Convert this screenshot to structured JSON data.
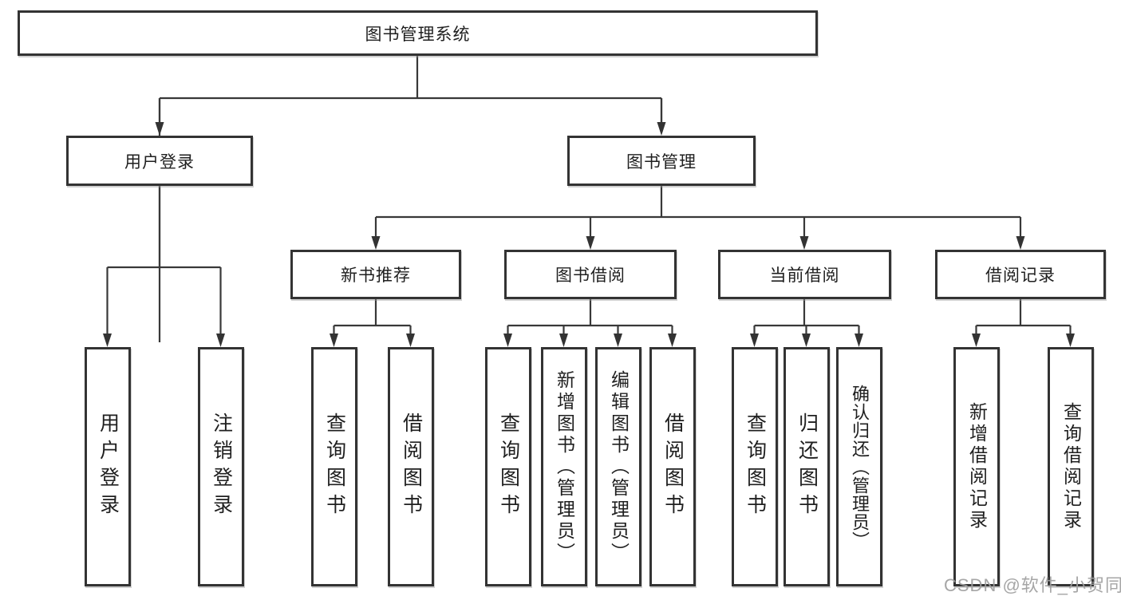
{
  "tree": {
    "label": "图书管理系统",
    "children": [
      {
        "label": "用户登录",
        "children": [
          {
            "label": "用户登录"
          },
          {
            "label": "注销登录"
          }
        ]
      },
      {
        "label": "图书管理",
        "children": [
          {
            "label": "新书推荐",
            "children": [
              {
                "label": "查询图书"
              },
              {
                "label": "借阅图书"
              }
            ]
          },
          {
            "label": "图书借阅",
            "children": [
              {
                "label": "查询图书"
              },
              {
                "label": "新增图书（管理员）"
              },
              {
                "label": "编辑图书（管理员）"
              },
              {
                "label": "借阅图书"
              }
            ]
          },
          {
            "label": "当前借阅",
            "children": [
              {
                "label": "查询图书"
              },
              {
                "label": "归还图书"
              },
              {
                "label": "确认归还（管理员）"
              }
            ]
          },
          {
            "label": "借阅记录",
            "children": [
              {
                "label": "新增借阅记录"
              },
              {
                "label": "查询借阅记录"
              }
            ]
          }
        ]
      }
    ]
  },
  "watermark": "CSDN @软件_小贺同学",
  "colors": {
    "line": "#383838",
    "box_border": "#333333",
    "text": "#1f1f1f",
    "watermark": "#9e9e9e",
    "background": "#ffffff"
  }
}
